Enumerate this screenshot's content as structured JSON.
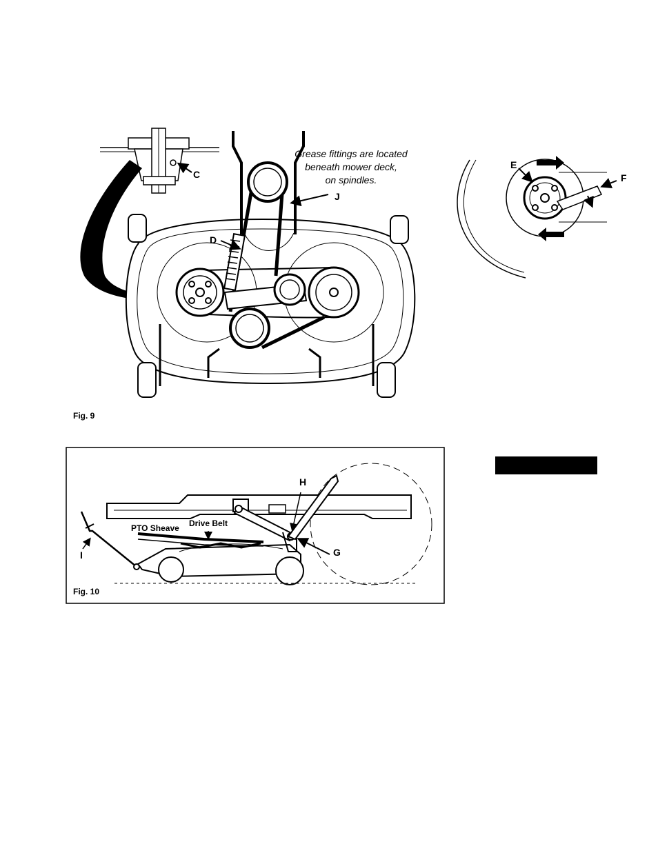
{
  "fig9": {
    "caption": "Fig. 9",
    "grease_note": [
      "Grease fittings are located",
      "beneath mower deck,",
      "on spindles."
    ],
    "labels": {
      "c": "C",
      "d": "D",
      "j": "J"
    }
  },
  "inset": {
    "labels": {
      "e": "E",
      "f": "F"
    }
  },
  "fig10": {
    "caption": "Fig. 10",
    "pto_sheave": "PTO Sheave",
    "drive_belt": "Drive Belt",
    "labels": {
      "g": "G",
      "h": "H",
      "i": "I"
    }
  },
  "black_box": {
    "text": ""
  }
}
